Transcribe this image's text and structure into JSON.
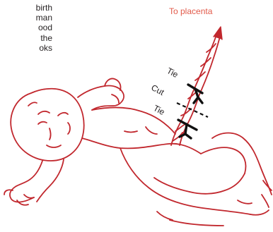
{
  "caption": {
    "lines": [
      "birth",
      "man",
      "ood",
      "the",
      "oks"
    ]
  },
  "labels": {
    "to_placenta": "To placenta",
    "tie_upper": "Tie",
    "cut": "Cut",
    "tie_lower": "Tie"
  },
  "colors": {
    "outline": "#c1272d",
    "label_accent": "#e25a4a",
    "text": "#231f20",
    "clamp": "#111111"
  }
}
